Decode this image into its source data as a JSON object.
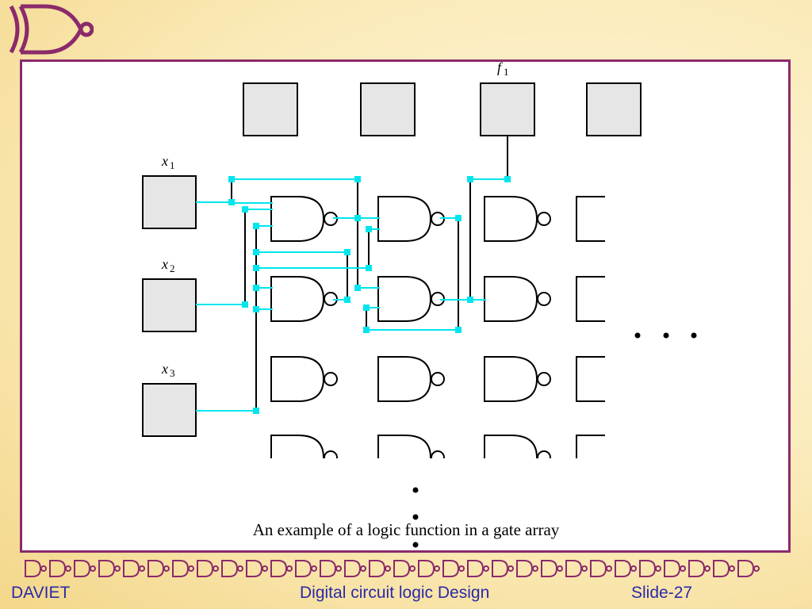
{
  "slide": {
    "caption": "An example of a logic function in a gate array",
    "footer": {
      "left": "DAVIET",
      "center": "Digital circuit logic Design",
      "right": "Slide-27"
    }
  },
  "diagram": {
    "output_label": {
      "var": "f",
      "sub": "1"
    },
    "input_labels": [
      {
        "var": "x",
        "sub": "1"
      },
      {
        "var": "x",
        "sub": "2"
      },
      {
        "var": "x",
        "sub": "3"
      }
    ],
    "colors": {
      "wire_highlight": "#00e5ee",
      "pad_fill": "#e6e6e6",
      "frame_border": "#8b2a6b",
      "footer_text": "#2a2aa8"
    }
  }
}
